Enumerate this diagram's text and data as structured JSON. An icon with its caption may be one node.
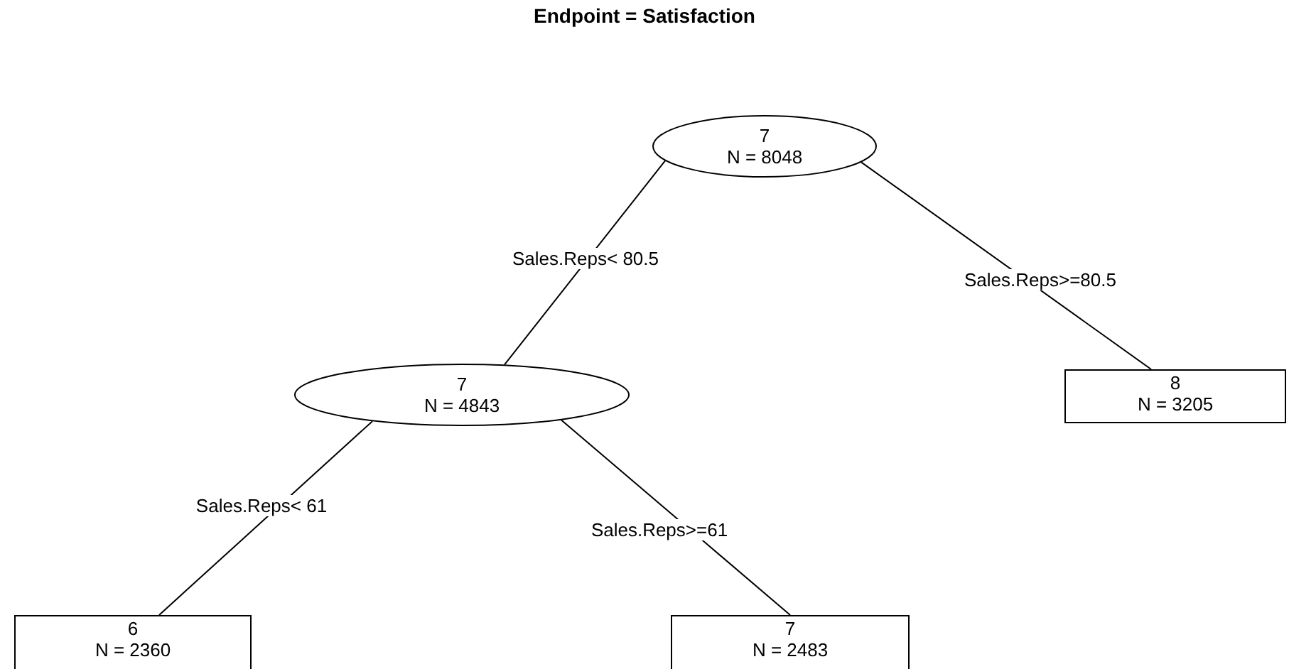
{
  "diagram": {
    "title": "Endpoint = Satisfaction",
    "nodes": [
      {
        "text": [
          "7",
          "N = 8048"
        ]
      },
      {
        "text": [
          "7",
          "N = 4843"
        ]
      },
      {
        "text": [
          "8",
          "N = 3205"
        ]
      },
      {
        "text": [
          "6",
          "N = 2360"
        ]
      },
      {
        "text": [
          "7",
          "N = 2483"
        ]
      }
    ],
    "edges": [
      {
        "from": 0,
        "to": 1,
        "arrow": "none",
        "label": "Sales.Reps< 80.5"
      },
      {
        "from": 0,
        "to": 2,
        "arrow": "none",
        "label": "Sales.Reps>=80.5"
      },
      {
        "from": 1,
        "to": 3,
        "arrow": "none",
        "label": "Sales.Reps< 61"
      },
      {
        "from": 1,
        "to": 4,
        "arrow": "none",
        "label": "Sales.Reps>=61"
      }
    ]
  }
}
